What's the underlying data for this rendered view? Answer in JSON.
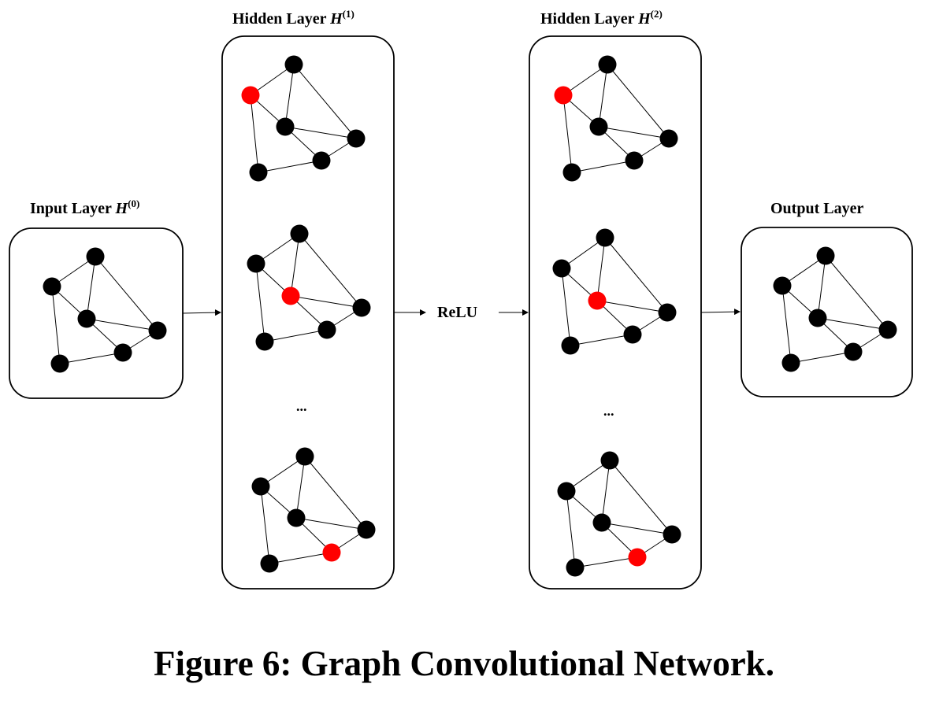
{
  "diagram": {
    "input_layer": {
      "title": "Input Layer ",
      "symbol": "H",
      "superscript": "(0)"
    },
    "hidden_layer_1": {
      "title": "Hidden Layer ",
      "symbol": "H",
      "superscript": "(1)",
      "ellipsis": "...",
      "highlighted_node_per_graph": [
        "v1",
        "v3",
        "v5"
      ]
    },
    "hidden_layer_2": {
      "title": "Hidden Layer ",
      "symbol": "H",
      "superscript": "(2)",
      "ellipsis": "...",
      "highlighted_node_per_graph": [
        "v1",
        "v3",
        "v5"
      ]
    },
    "output_layer": {
      "title": "Output Layer"
    },
    "activation_label": "ReLU",
    "graph": {
      "nodes": [
        "v0",
        "v1",
        "v2",
        "v3",
        "v4",
        "v5",
        "v6"
      ],
      "edges": [
        [
          "v0",
          "v1"
        ],
        [
          "v0",
          "v3"
        ],
        [
          "v0",
          "v4"
        ],
        [
          "v1",
          "v3"
        ],
        [
          "v1",
          "v6"
        ],
        [
          "v3",
          "v4"
        ],
        [
          "v3",
          "v5"
        ],
        [
          "v4",
          "v5"
        ],
        [
          "v5",
          "v6"
        ]
      ]
    },
    "colors": {
      "node": "#000000",
      "highlight": "#ff0000",
      "edge": "#000000"
    }
  },
  "caption": "Figure 6: Graph Convolutional Network."
}
